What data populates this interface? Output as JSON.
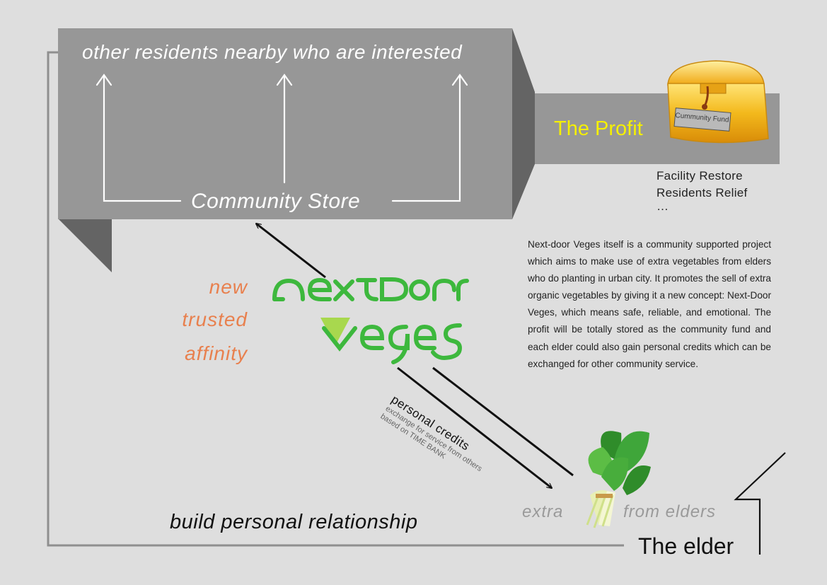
{
  "diagram": {
    "top_label": "other residents nearby who are interested",
    "store_label": "Community Store",
    "profit_label": "The Profit",
    "fund_chest_label": "Cummunity Fund",
    "profit_uses": [
      "Facility Restore",
      "Residents Relief",
      "…"
    ],
    "description": "Next-door Veges itself is a community supported project which aims to make use of extra vegetables from elders who do planting in urban city. It promotes the sell of extra organic vegetables by giving it a new concept: Next-Door Veges, which means safe, reliable, and emotional. The profit will be totally stored as the community fund and each elder could also gain personal credits which can be exchanged for other community service.",
    "traits": [
      "new",
      "trusted",
      "affinity"
    ],
    "logo_text": "NextDoor Veges",
    "credits": {
      "title": "personal credits",
      "line1": "exchange for service from others",
      "line2": "based on TIME BANK"
    },
    "relationship_label": "build personal relationship",
    "extra_label": "extra",
    "from_elders_label": "from elders",
    "elder_label": "The elder"
  },
  "colors": {
    "background": "#dedede",
    "panel": "#979797",
    "panel_shadow": "#646464",
    "profit_text": "#f5f000",
    "trait_text": "#e8804e",
    "logo_green": "#3db83d",
    "logo_light": "#a8d84e",
    "chest_gold": "#f0b41e"
  },
  "icons": {
    "chest": "treasure-chest-icon",
    "vegetable": "spinach-bunch-icon"
  }
}
